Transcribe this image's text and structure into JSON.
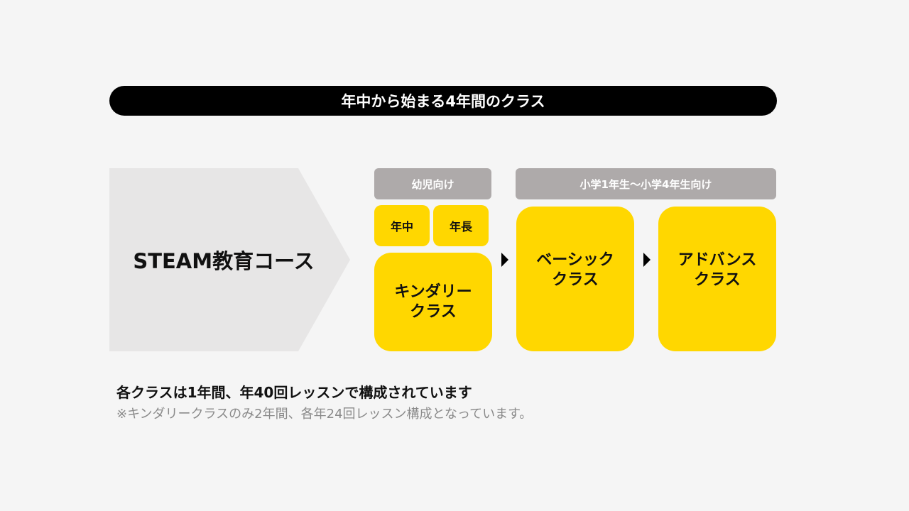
{
  "banner": {
    "title": "年中から始まる4年間のクラス"
  },
  "course": {
    "label": "STEAM教育コース"
  },
  "groups": [
    {
      "label": "幼児向け"
    },
    {
      "label": "小学1年生〜小学4年生向け"
    }
  ],
  "age_boxes": [
    {
      "label": "年中"
    },
    {
      "label": "年長"
    }
  ],
  "classes": [
    {
      "line1": "キンダリー",
      "line2": "クラス"
    },
    {
      "line1": "ベーシック",
      "line2": "クラス"
    },
    {
      "line1": "アドバンス",
      "line2": "クラス"
    }
  ],
  "notes": {
    "main": "各クラスは1年間、年40回レッスンで構成されています",
    "sub": "※キンダリークラスのみ2年間、各年24回レッスン構成となっています。"
  },
  "colors": {
    "background": "#f5f5f5",
    "banner": "#000000",
    "chevron": "#e7e6e6",
    "tag": "#aeaaaa",
    "class_box": "#ffd700"
  }
}
